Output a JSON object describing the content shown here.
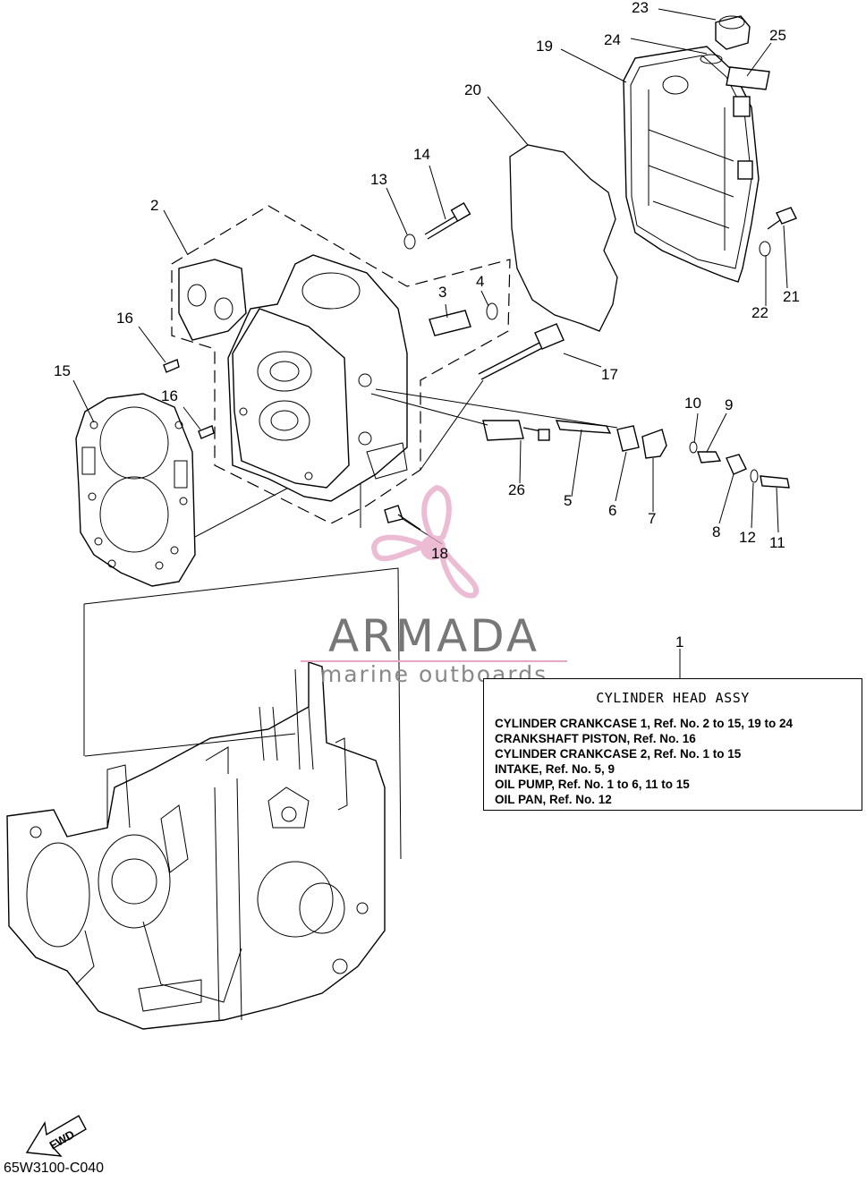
{
  "callouts": [
    "1",
    "2",
    "3",
    "4",
    "5",
    "6",
    "7",
    "8",
    "9",
    "10",
    "11",
    "12",
    "13",
    "14",
    "15",
    "16",
    "16",
    "17",
    "18",
    "19",
    "20",
    "21",
    "22",
    "23",
    "24",
    "25",
    "26"
  ],
  "legend": {
    "title": "CYLINDER HEAD ASSY",
    "lines": [
      "CYLINDER CRANKCASE 1,  Ref. No. 2 to 15, 19 to 24",
      "CRANKSHAFT PISTON,  Ref. No. 16",
      "CYLINDER CRANKCASE 2,  Ref. No. 1 to 15",
      "INTAKE,  Ref. No. 5, 9",
      "OIL PUMP,  Ref. No. 1 to 6, 11 to 15",
      "OIL PAN,  Ref. No. 12"
    ]
  },
  "brand": {
    "name": "ARMADA",
    "subtitle": "marine outboards",
    "accent": "#e6a6c6"
  },
  "fwd_label": "FWD",
  "drawing_code": "65W3100-C040"
}
